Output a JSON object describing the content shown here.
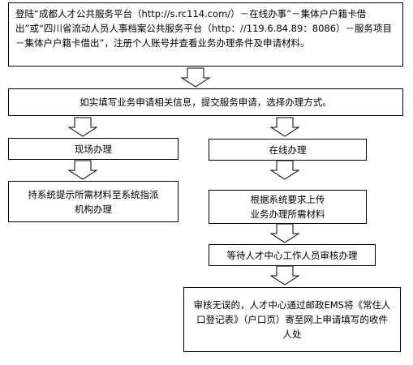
{
  "steps": {
    "step1": "登陆“成都人才公共服务平台（http://s.rc114.com/）－在线办事”－集体户户籍卡借出”或“四川省流动人员人事档案公共服务平台（http：//119.6.84.89：8086）－服务项目－集体户户籍卡借出”，注册个人账号并查看业务办理条件及申请材料。",
    "step2": "如实填写业务申请相关信息，提交服务申请，选择办理方式。",
    "onsite": "现场办理",
    "online": "在线办理",
    "onsite_next": "持系统提示所需材料至系统指派\n机构办理",
    "online_next": "根据系统要求上传\n业务办理所需材料",
    "review": "等待人才中心工作人员审核办理",
    "final": "审核无误的，人才中心通过邮政EMS将《常住人口登记表》（户口页）寄至网上申请填写的收件人处"
  }
}
